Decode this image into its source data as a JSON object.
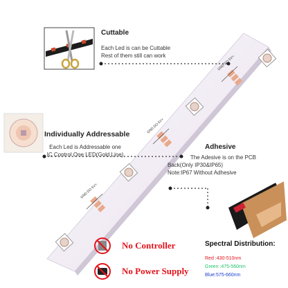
{
  "cuttable": {
    "title": "Cuttable",
    "line1": "Each Led is can be Cuttable",
    "line2": "Rest of them still can work"
  },
  "addressable": {
    "title": "Individually Addressable",
    "line1": "Each Led is Addressable one",
    "line2": "IC Control One LED(Gold Line)"
  },
  "adhesive": {
    "title": "Adhesive",
    "line1": "The Adesive is on the PCB",
    "line2": "Back(Only IP30&IP65)",
    "line3": "Note:IP67 Without Adhesive"
  },
  "badges": {
    "no_controller": "No Controller",
    "no_power": "No Power Supply"
  },
  "spectral": {
    "title": "Spectral Distribution:",
    "red": "Red :430-510nm",
    "green": "Green :475-560nm",
    "blue": "Blue:575-660nm"
  },
  "pads": [
    "GND",
    "DO",
    "5V+"
  ],
  "colors": {
    "strip": "#f3eef6",
    "pad": "#e8a98a",
    "no_red": "#e3131b",
    "red": "#e3131b",
    "green": "#21c36a",
    "blue": "#1a3fd0"
  }
}
